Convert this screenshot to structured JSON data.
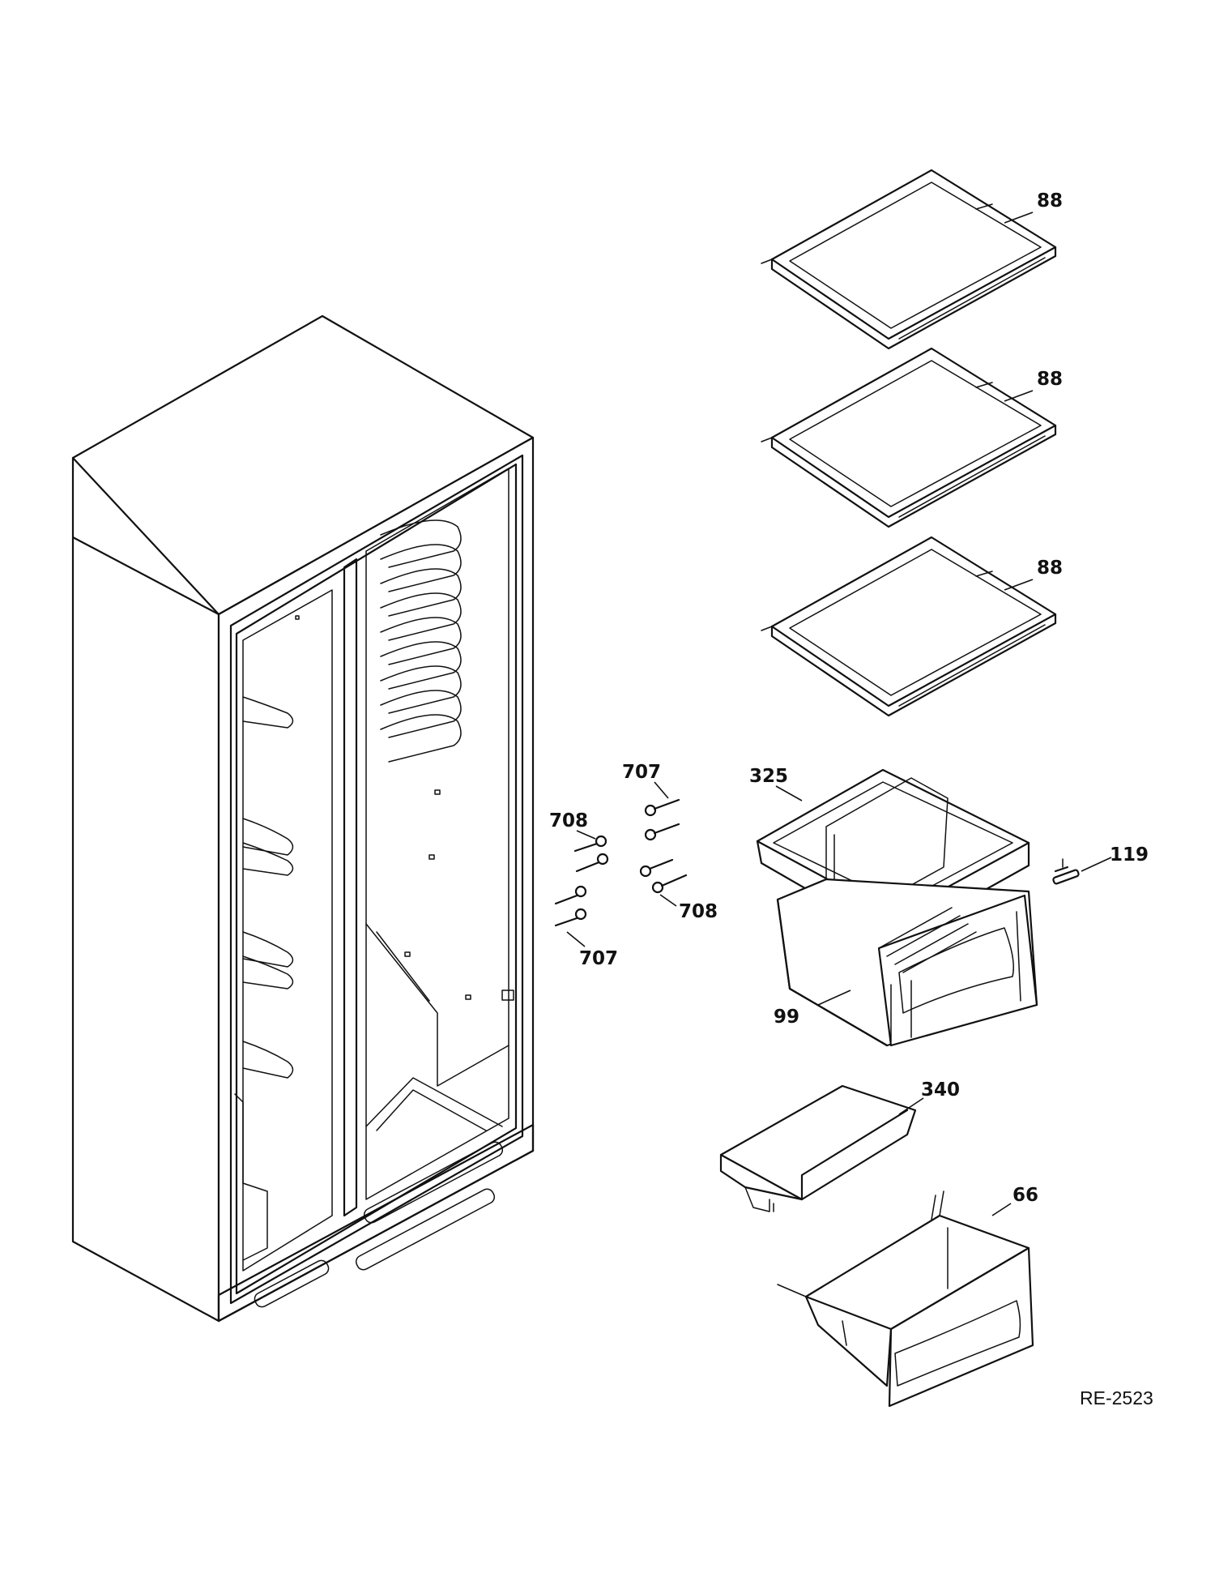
{
  "diagram": {
    "id_label": "RE-2523",
    "callouts": [
      {
        "key": "shelf_top",
        "label": "88"
      },
      {
        "key": "shelf_mid",
        "label": "88"
      },
      {
        "key": "shelf_low",
        "label": "88"
      },
      {
        "key": "crisper_cover",
        "label": "325"
      },
      {
        "key": "crisper_drawer",
        "label": "99"
      },
      {
        "key": "drawer_slide",
        "label": "119"
      },
      {
        "key": "pan_cover",
        "label": "340"
      },
      {
        "key": "pan",
        "label": "66"
      },
      {
        "key": "screw_a",
        "label": "707"
      },
      {
        "key": "screw_b",
        "label": "708"
      },
      {
        "key": "screw_c",
        "label": "708"
      },
      {
        "key": "screw_d",
        "label": "707"
      }
    ]
  }
}
